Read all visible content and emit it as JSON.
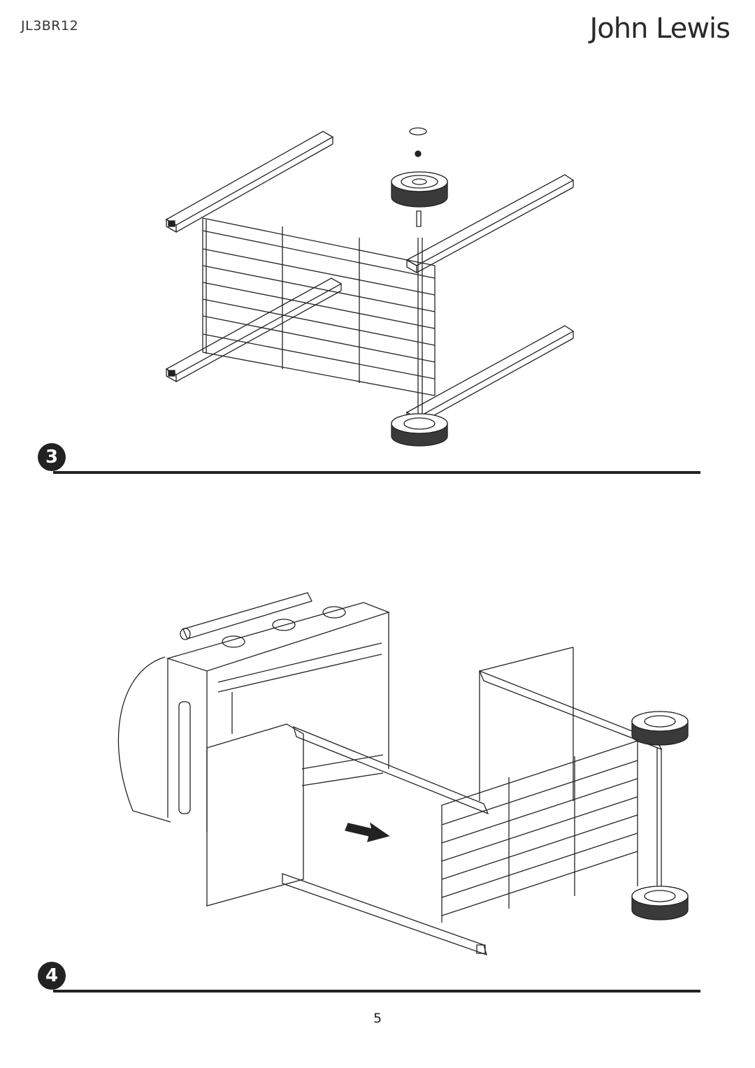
{
  "header": {
    "model_code": "JL3BR12",
    "brand": "John Lewis"
  },
  "steps": [
    {
      "number": "3"
    },
    {
      "number": "4"
    }
  ],
  "footer": {
    "page_number": "5"
  },
  "colors": {
    "ink": "#222222",
    "background": "#ffffff",
    "wheel_tread": "#3a3a3a"
  }
}
